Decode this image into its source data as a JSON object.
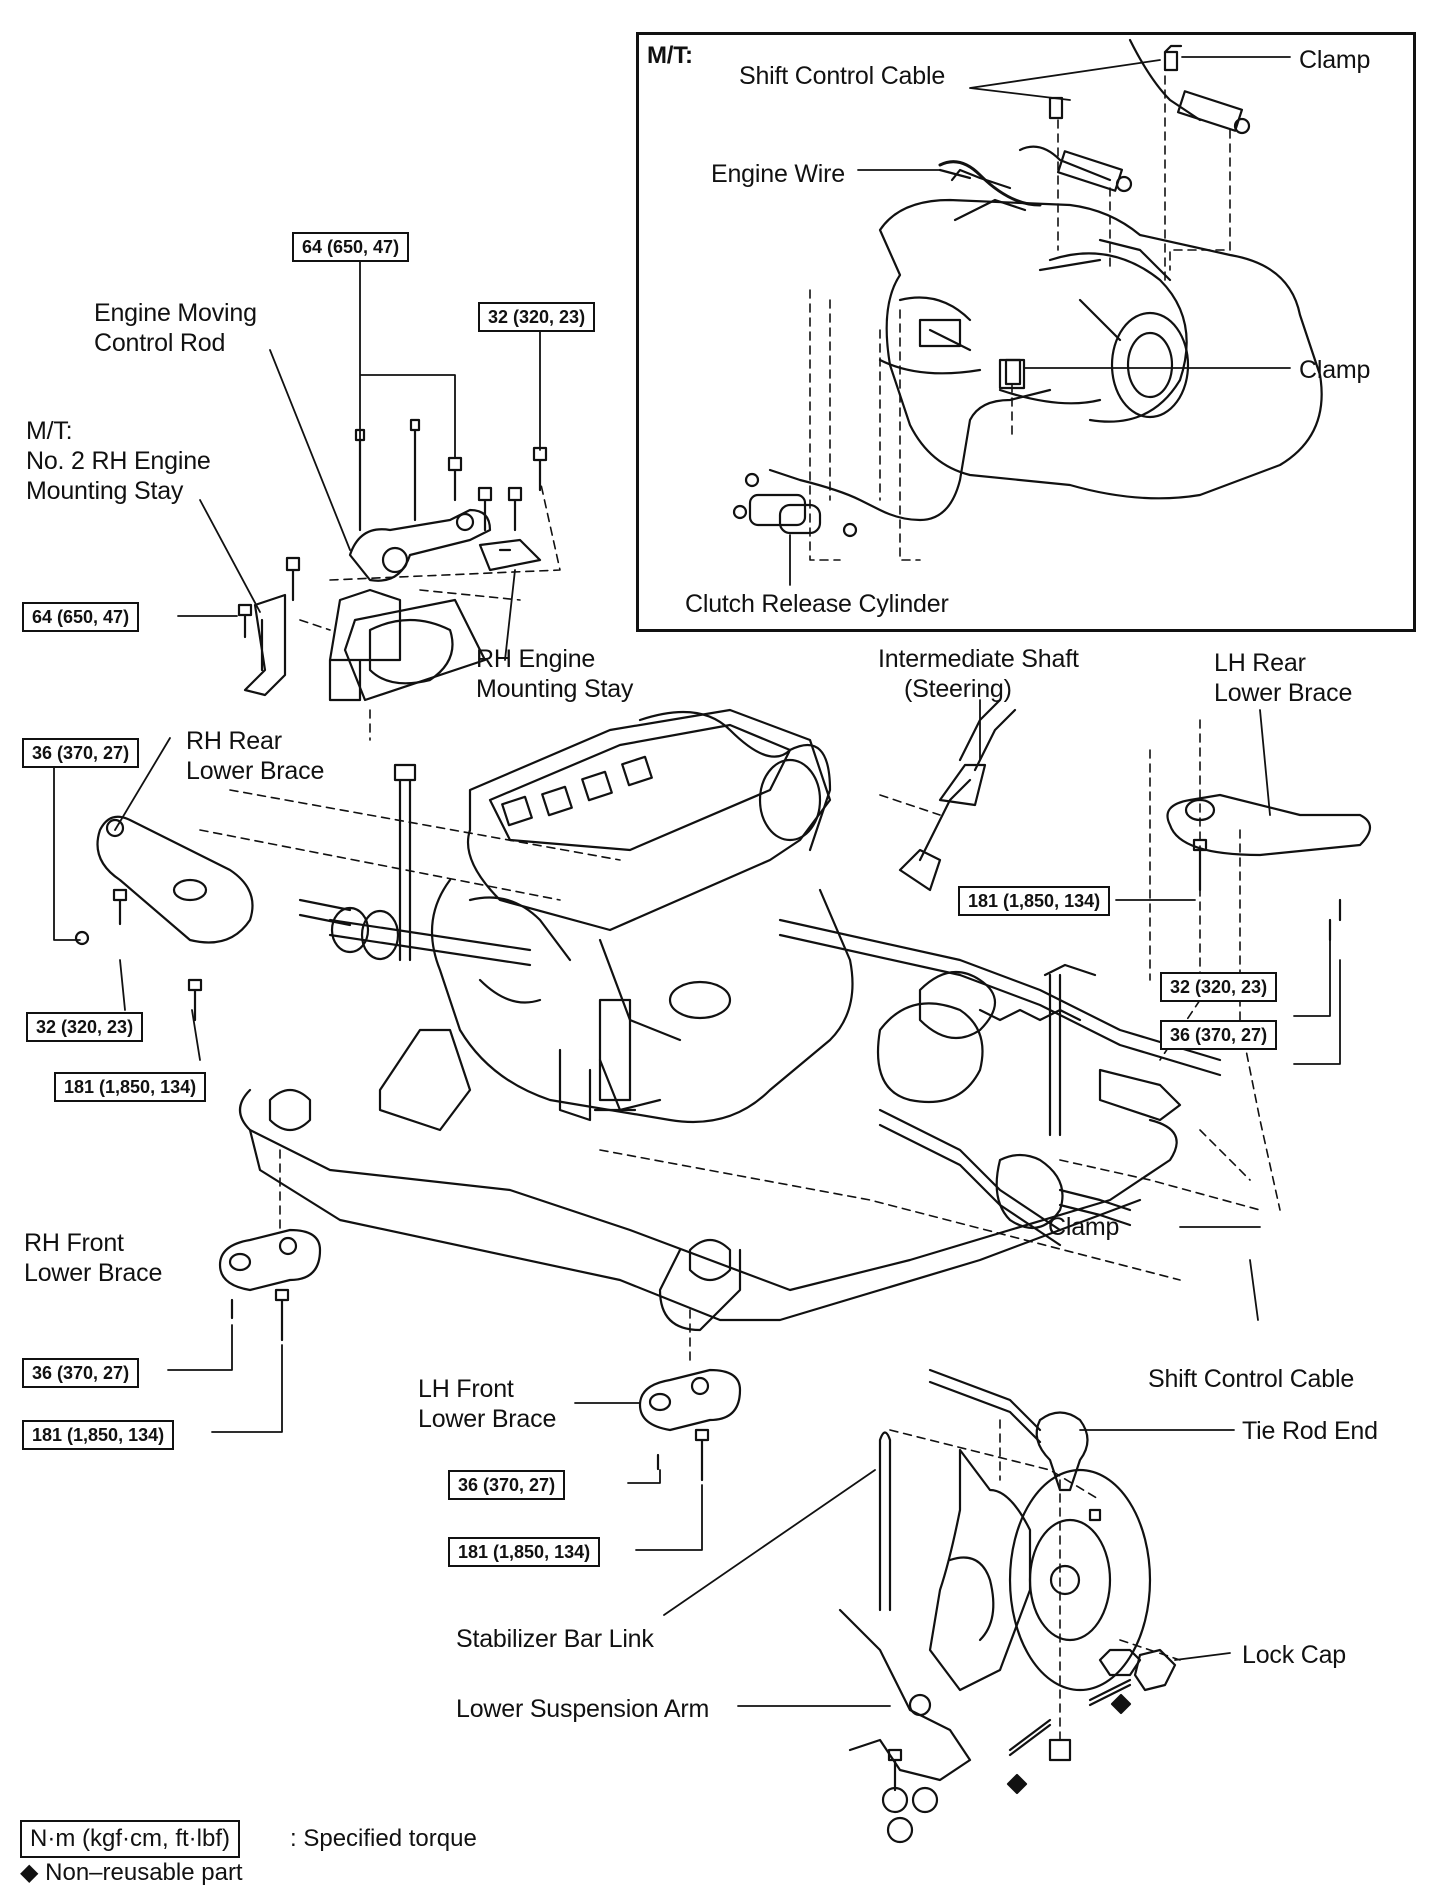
{
  "inset": {
    "heading": "M/T:",
    "labels": {
      "clamp_top": "Clamp",
      "shift_cable": "Shift Control Cable",
      "engine_wire": "Engine Wire",
      "clamp_mid": "Clamp",
      "clutch_cyl": "Clutch Release Cylinder"
    }
  },
  "labels": {
    "engine_rod_1": "Engine Moving",
    "engine_rod_2": "Control Rod",
    "no2_1": "M/T:",
    "no2_2": "No. 2 RH Engine",
    "no2_3": "Mounting Stay",
    "rh_stay_1": "RH Engine",
    "rh_stay_2": "Mounting Stay",
    "inter_1": "Intermediate Shaft",
    "inter_2": "(Steering)",
    "lh_rear_1": "LH Rear",
    "lh_rear_2": "Lower Brace",
    "rh_rear_1": "RH Rear",
    "rh_rear_2": "Lower Brace",
    "rh_front_1": "RH Front",
    "rh_front_2": "Lower Brace",
    "lh_front_1": "LH Front",
    "lh_front_2": "Lower Brace",
    "clamp_low": "Clamp",
    "shift_cable_low": "Shift Control Cable",
    "tie_rod": "Tie Rod End",
    "stab_link": "Stabilizer Bar Link",
    "lock_cap": "Lock Cap",
    "lower_arm": "Lower Suspension Arm"
  },
  "torques": {
    "t1": "64 (650, 47)",
    "t2": "32 (320, 23)",
    "t3": "64 (650, 47)",
    "t4": "36 (370, 27)",
    "t5": "181 (1,850, 134)",
    "t6": "32 (320, 23)",
    "t7": "181 (1,850, 134)",
    "t8": "32 (320, 23)",
    "t9": "36 (370, 27)",
    "t10": "36 (370, 27)",
    "t11": "181 (1,850, 134)",
    "t12": "36 (370, 27)",
    "t13": "181 (1,850, 134)"
  },
  "legend": {
    "box": "N·m (kgf·cm, ft·lbf)",
    "torque_text": ": Specified torque",
    "nonreusable_symbol": "◆",
    "nonreusable_text": "Non–reusable part"
  }
}
